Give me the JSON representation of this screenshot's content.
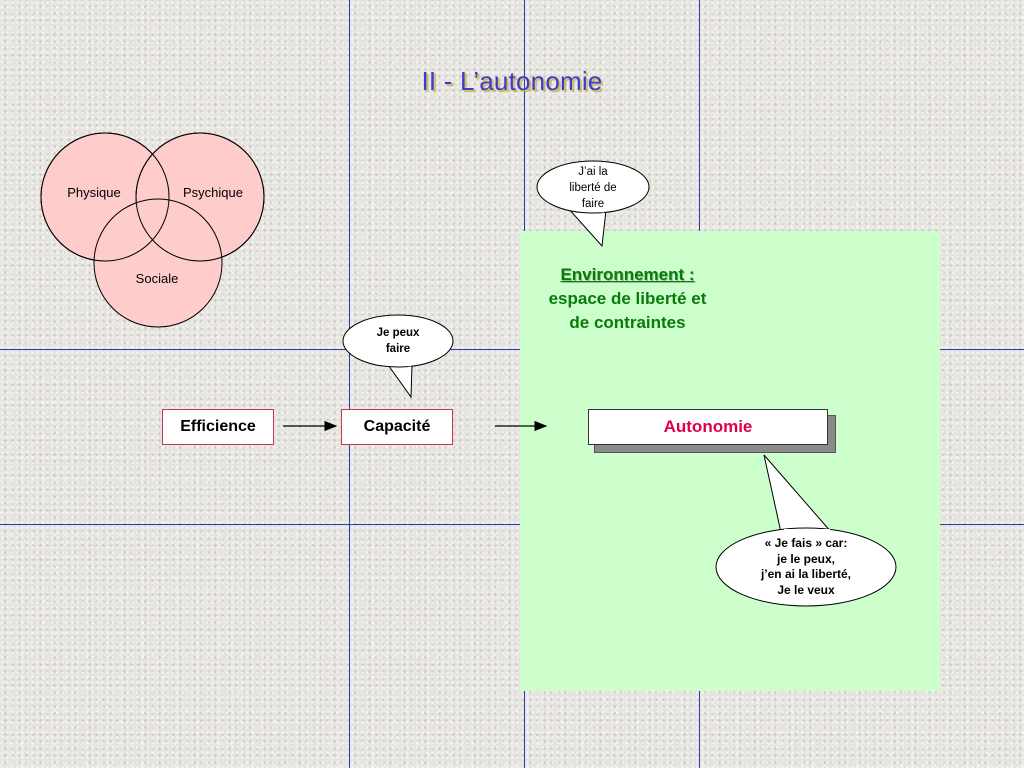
{
  "title": "II -  L’autonomie",
  "venn": {
    "circles": [
      "Physique",
      "Psychique",
      "Sociale"
    ],
    "fill": "#ffcccc"
  },
  "environment": {
    "heading": "Environnement :",
    "line2": "espace de liberté et",
    "line3": "de contraintes",
    "fill": "#ccffcc"
  },
  "flow": {
    "efficience": "Efficience",
    "capacite": "Capacité",
    "autonomie": "Autonomie"
  },
  "bubbles": {
    "liberte": [
      "J’ai la",
      "liberté de",
      "faire"
    ],
    "peux": [
      "Je peux",
      "faire"
    ],
    "jefais": [
      "« Je fais » car:",
      "je le peux,",
      "j’en ai la liberté,",
      "Je le veux"
    ]
  }
}
